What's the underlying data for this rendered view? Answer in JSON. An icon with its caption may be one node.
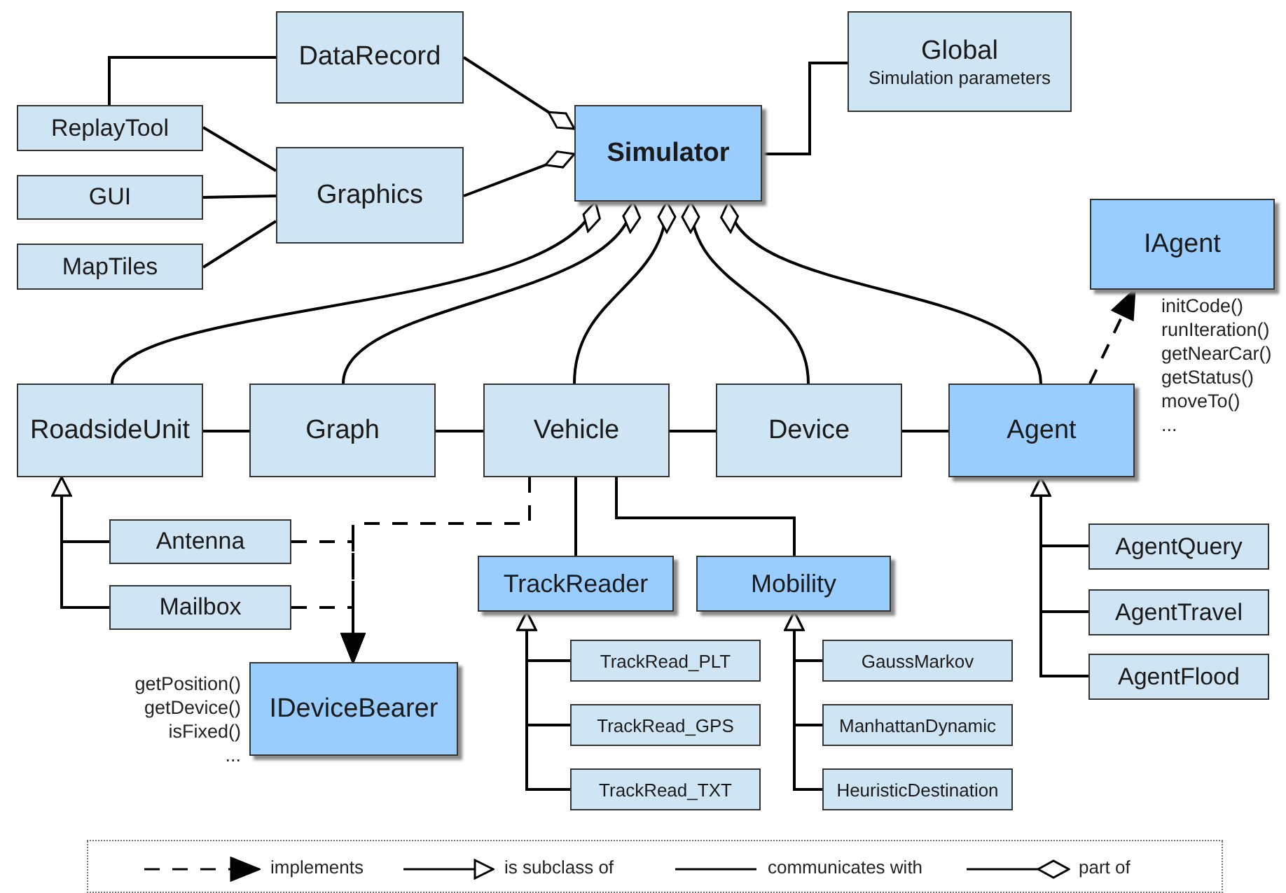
{
  "diagram": {
    "nodes": [
      {
        "text": [
          "DataRecord"
        ]
      },
      {
        "text": [
          "Global",
          "Simulation parameters"
        ]
      },
      {
        "text": [
          "ReplayTool"
        ]
      },
      {
        "text": [
          "Graphics"
        ]
      },
      {
        "text": [
          "Simulator"
        ]
      },
      {
        "text": [
          "GUI"
        ]
      },
      {
        "text": [
          "MapTiles"
        ]
      },
      {
        "text": [
          "IAgent"
        ],
        "beside": [
          "initCode() runIteration() getNearCar() getStatus() moveTo() ..."
        ]
      },
      {
        "text": [
          "RoadsideUnit"
        ]
      },
      {
        "text": [
          "Graph"
        ]
      },
      {
        "text": [
          "Vehicle"
        ]
      },
      {
        "text": [
          "Device"
        ]
      },
      {
        "text": [
          "Agent"
        ]
      },
      {
        "text": [
          "Antenna"
        ]
      },
      {
        "text": [
          "TrackReader"
        ]
      },
      {
        "text": [
          "Mobility"
        ]
      },
      {
        "text": [
          "AgentQuery"
        ]
      },
      {
        "text": [
          "Mailbox"
        ]
      },
      {
        "text": [
          "AgentTravel"
        ]
      },
      {
        "text": [
          "IDeviceBearer"
        ],
        "beside": [
          "getPosition() getDevice() isFixed() ..."
        ]
      },
      {
        "text": [
          "TrackRead_PLT"
        ]
      },
      {
        "text": [
          "GaussMarkov"
        ]
      },
      {
        "text": [
          "AgentFlood"
        ]
      },
      {
        "text": [
          "TrackRead_GPS"
        ]
      },
      {
        "text": [
          "ManhattanDynamic"
        ]
      },
      {
        "text": [
          "TrackRead_TXT"
        ]
      },
      {
        "text": [
          "HeuristicDestination"
        ]
      }
    ],
    "edges": [
      {
        "from": 0,
        "to": 2,
        "arrow": "none"
      },
      {
        "from": 2,
        "to": 3,
        "arrow": "none"
      },
      {
        "from": 5,
        "to": 3,
        "arrow": "none"
      },
      {
        "from": 6,
        "to": 3,
        "arrow": "none"
      },
      {
        "from": 4,
        "to": 1,
        "arrow": "none"
      },
      {
        "from": 0,
        "to": 4,
        "arrow": "other"
      },
      {
        "from": 3,
        "to": 4,
        "arrow": "other"
      },
      {
        "from": 8,
        "to": 4,
        "arrow": "other"
      },
      {
        "from": 9,
        "to": 4,
        "arrow": "other"
      },
      {
        "from": 10,
        "to": 4,
        "arrow": "other"
      },
      {
        "from": 11,
        "to": 4,
        "arrow": "other"
      },
      {
        "from": 12,
        "to": 4,
        "arrow": "other"
      },
      {
        "from": 8,
        "to": 9,
        "arrow": "none"
      },
      {
        "from": 9,
        "to": 10,
        "arrow": "none"
      },
      {
        "from": 10,
        "to": 11,
        "arrow": "none"
      },
      {
        "from": 11,
        "to": 12,
        "arrow": "none"
      },
      {
        "from": 12,
        "to": 7,
        "arrow": "to",
        "style": "dashed"
      },
      {
        "from": 10,
        "to": 14,
        "arrow": "none"
      },
      {
        "from": 10,
        "to": 15,
        "arrow": "none"
      },
      {
        "from": 13,
        "to": 8,
        "arrow": "to"
      },
      {
        "from": 17,
        "to": 8,
        "arrow": "to"
      },
      {
        "from": 13,
        "to": 19,
        "arrow": "to",
        "style": "dashed"
      },
      {
        "from": 10,
        "to": 19,
        "arrow": "to",
        "style": "dashed"
      },
      {
        "from": 17,
        "to": 19,
        "arrow": "to",
        "style": "dashed"
      },
      {
        "from": 20,
        "to": 14,
        "arrow": "to"
      },
      {
        "from": 23,
        "to": 14,
        "arrow": "to"
      },
      {
        "from": 25,
        "to": 14,
        "arrow": "to"
      },
      {
        "from": 21,
        "to": 15,
        "arrow": "to"
      },
      {
        "from": 24,
        "to": 15,
        "arrow": "to"
      },
      {
        "from": 26,
        "to": 15,
        "arrow": "to"
      },
      {
        "from": 16,
        "to": 12,
        "arrow": "to"
      },
      {
        "from": 18,
        "to": 12,
        "arrow": "to"
      },
      {
        "from": 22,
        "to": 12,
        "arrow": "to"
      }
    ],
    "legend": [
      {
        "text": "implements"
      },
      {
        "text": "is subclass of"
      },
      {
        "text": "communicates with"
      },
      {
        "text": "part of"
      }
    ]
  }
}
